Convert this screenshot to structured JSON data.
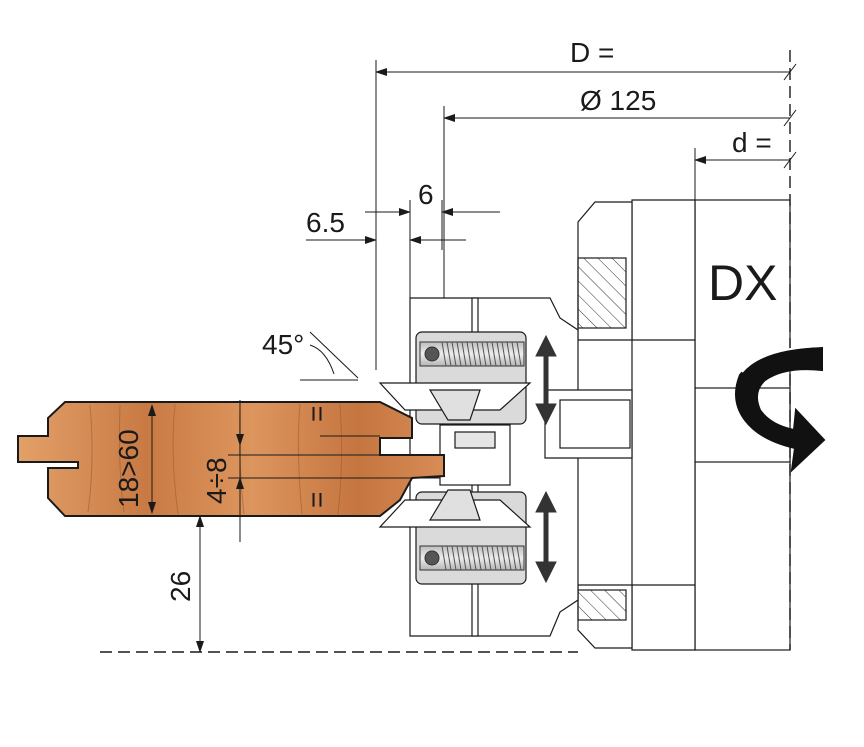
{
  "dimensions": {
    "D": "D =",
    "bore_diameter": "Ø 125",
    "d": "d =",
    "w6": "6",
    "w65": "6.5",
    "angle": "45°",
    "thickness": "18>60",
    "tongue": "4÷8",
    "height": "26",
    "equal_mark": "="
  },
  "rotation_label": "DX",
  "colors": {
    "wood_base": "#d9894f",
    "wood_dark": "#b86a37",
    "wood_light": "#e8a56e",
    "cutter_metal": "#d8d8d8",
    "line": "#1a1a1a"
  }
}
